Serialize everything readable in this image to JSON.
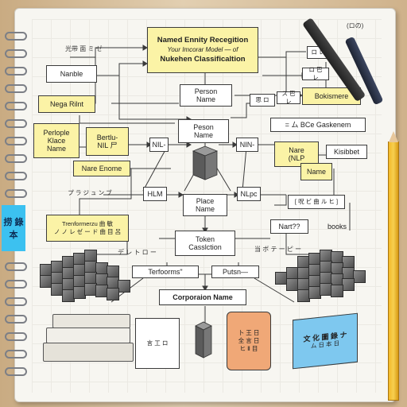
{
  "title": {
    "line1": "Named Ennity Recegition",
    "line2": "Your Imcorar Model — of",
    "line3": "Nukehen Classificaltion"
  },
  "top_labels": {
    "left": "光带 面 ミ ゼ",
    "right": "(ロの)",
    "top_right_small": "ロ レ",
    "right_small2": "ロ 巴 レ"
  },
  "nodes": {
    "nanble": "Nanble",
    "nega_rilnt": "Nega Rilnt",
    "perlople": [
      "Perlople",
      "Klace",
      "Name"
    ],
    "bertlu": [
      "Bertlu-",
      "NIL 尸"
    ],
    "nare_enome": "Nare Enome",
    "person_name_top": [
      "Person",
      "Name"
    ],
    "small_box_1": "思 ロ",
    "bokismere": "Bokismere",
    "sfc_box": "ス 巴 レ",
    "person_name_mid": [
      "Peson",
      "Name"
    ],
    "nil_1": "NIL-",
    "nlin": "NIN-",
    "bce_gaskenem": "= ム BCe Gaskenem",
    "nare_nlp": [
      "Nare",
      "(NLP"
    ],
    "name": "Name",
    "kisibbet": "Kisibbet",
    "plujo": "プ ラ ジ ュ ン ブ",
    "hlm": "HLM",
    "place_name": [
      "Place",
      "Name"
    ],
    "nlpc": "NLpc",
    "japanese_box": "[ 呪 ビ 曲 ル ヒ ]",
    "transformers": "Trenformerzu 曲 敏",
    "transformers_sub": "ノ ノ レ ゼ ー ド 曲 目 呂",
    "token_classification": [
      "Token",
      "Casslction"
    ],
    "nart": "Nart??",
    "books": "books",
    "small_label": "デ レ ト ロ ー",
    "jp_small2": "当 ボ テ ー ピ ー",
    "terfoorms": "Terfoorms\"",
    "putsn": "Putsn—",
    "corporation_name": "Corporaion Name"
  },
  "objects": {
    "blue_book_title": "文 化 圖 錄 ナ",
    "blue_book_sub": "ム 日 本 日",
    "jar_text": [
      "卜 王 日",
      "全 言 日",
      "ヒ Ⅱ 目"
    ],
    "box_text": "言 工 ロ",
    "tag": "捞 錄 本"
  },
  "colors": {
    "paper": "#f7f6f1",
    "yellow_note": "#fbf3a6",
    "ink": "#3b3b3b",
    "blue_book": "#7ec8ef",
    "jar": "#f0a877",
    "tag": "#3cc1f0",
    "pencil": "#f3b92a"
  }
}
